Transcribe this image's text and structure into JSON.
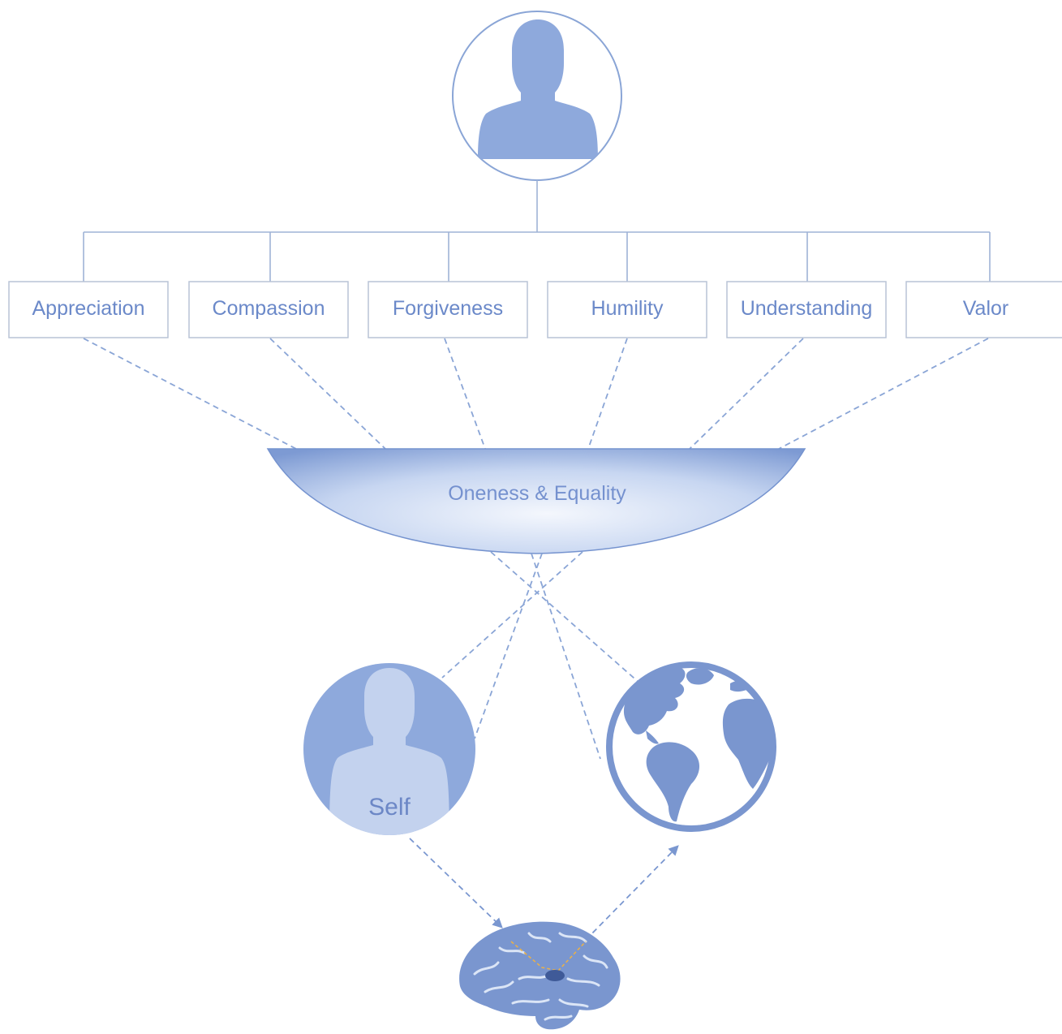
{
  "colors": {
    "accent": "#8aa8dd",
    "accent_dark": "#6f8cc9",
    "line": "#8aa5d6",
    "box_border": "#b9c3d6",
    "text": "#6b89c9",
    "self_text": "#6c87c6",
    "bowl_light": "#e6eefa",
    "brain_dot": "#3f5a98",
    "highlight": "#e8b04a"
  },
  "icons": {
    "top_person": "person-silhouette-icon",
    "self_person": "person-silhouette-icon",
    "world": "globe-icon",
    "brain": "brain-icon"
  },
  "values": [
    {
      "label": "Appreciation"
    },
    {
      "label": "Compassion"
    },
    {
      "label": "Forgiveness"
    },
    {
      "label": "Humility"
    },
    {
      "label": "Understanding"
    },
    {
      "label": "Valor"
    }
  ],
  "bowl": {
    "label": "Oneness & Equality"
  },
  "self": {
    "label": "Self"
  }
}
